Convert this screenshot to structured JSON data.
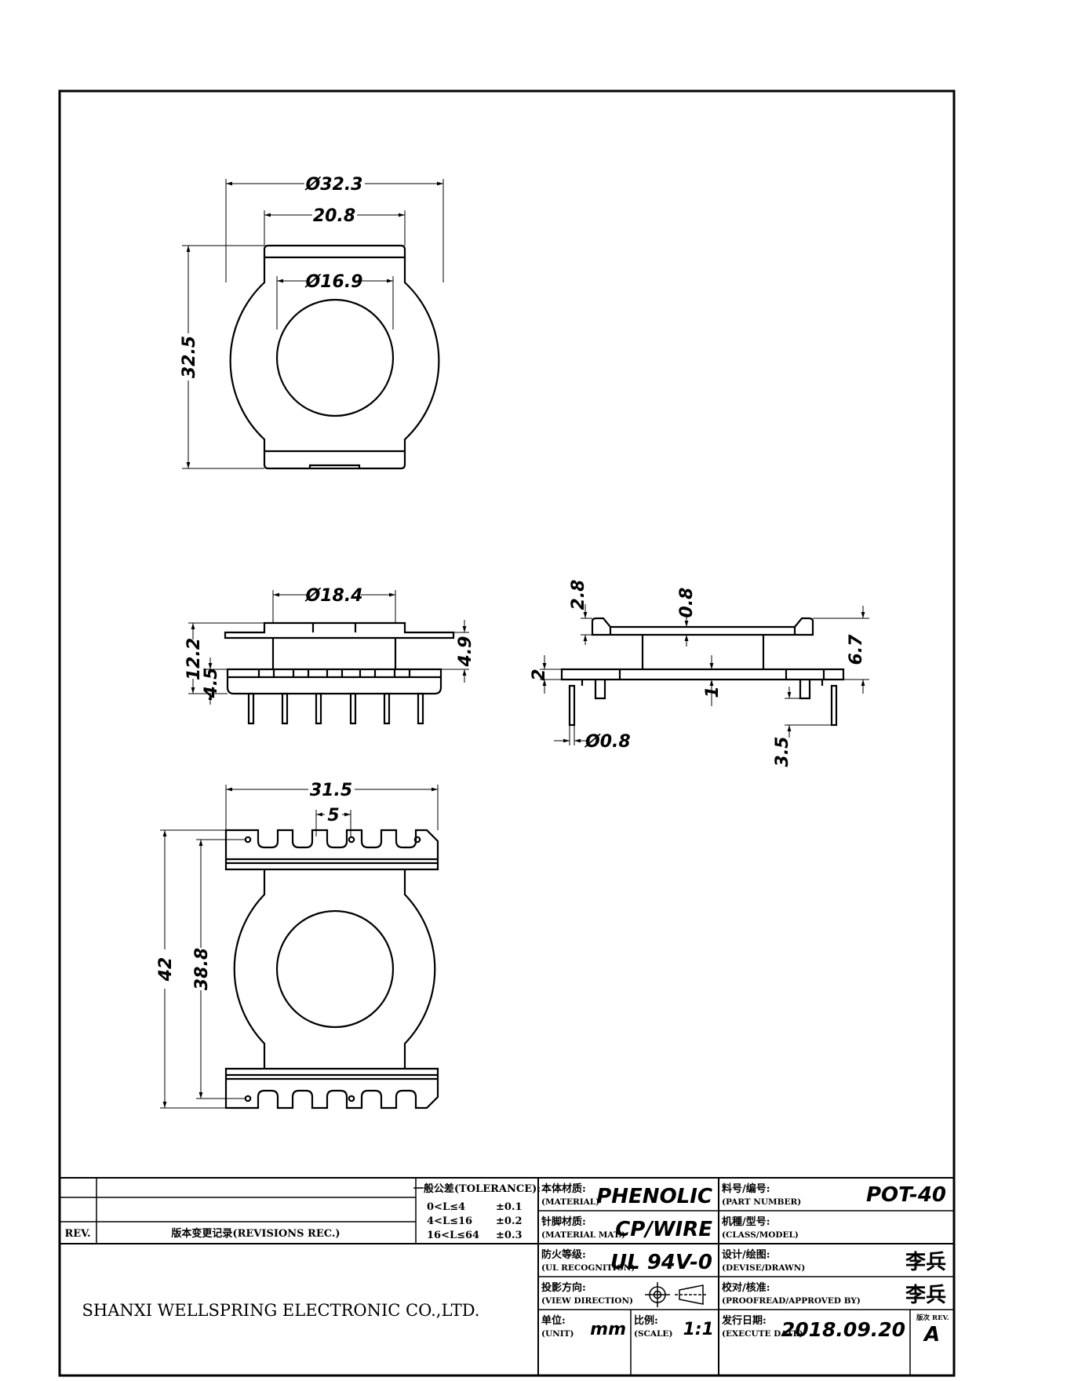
{
  "drawing": {
    "dimensions": {
      "top_outer_dia": "Ø32.3",
      "top_flat_width": "20.8",
      "top_inner_dia": "Ø16.9",
      "top_height": "32.5",
      "front_core_dia": "Ø18.4",
      "front_height": "12.2",
      "front_base_height": "4.5",
      "front_flange_height": "4.9",
      "side_top_flange": "2.8",
      "side_wall": "0.8",
      "side_total_height": "6.7",
      "side_base_flange": "2",
      "side_base_wall": "1",
      "side_pin_dia": "Ø0.8",
      "side_pin_length": "3.5",
      "bottom_width": "31.5",
      "bottom_pin_pitch": "5",
      "bottom_total_length": "42",
      "bottom_pin_span": "38.8"
    }
  },
  "title_block": {
    "rev_label": "REV.",
    "revisions_label": "版本变更记录(REVISIONS REC.)",
    "tolerance_title": "一般公差(TOLERANCE):",
    "tolerance_rows": [
      {
        "range": "0<L≤4",
        "value": "±0.1"
      },
      {
        "range": "4<L≤16",
        "value": "±0.2"
      },
      {
        "range": "16<L≤64",
        "value": "±0.3"
      }
    ],
    "company": "SHANXI WELLSPRING ELECTRONIC CO.,LTD.",
    "material_cn": "本体材质:",
    "material_en": "(MATERIAL)",
    "material_value": "PHENOLIC",
    "wire_cn": "针脚材质:",
    "wire_en": "(MATERIAL MAT.)",
    "wire_value": "CP/WIRE",
    "ul_cn": "防火等级:",
    "ul_en": "(UL RECOGNITION)",
    "ul_value": "UL 94V-0",
    "view_cn": "投影方向:",
    "view_en": "(VIEW DIRECTION)",
    "unit_cn": "单位:",
    "unit_en": "(UNIT)",
    "unit_value": "mm",
    "scale_cn": "比例:",
    "scale_en": "(SCALE)",
    "scale_value": "1:1",
    "part_cn": "料号/编号:",
    "part_en": "(PART NUMBER)",
    "part_value": "POT-40",
    "class_cn": "机種/型号:",
    "class_en": "(CLASS/MODEL)",
    "drawn_cn": "设计/绘图:",
    "drawn_en": "(DEVISE/DRAWN)",
    "drawn_value": "李兵",
    "approved_cn": "校对/核准:",
    "approved_en": "(PROOFREAD/APPROVED BY)",
    "approved_value": "李兵",
    "date_cn": "发行日期:",
    "date_en": "(EXECUTE DATE)",
    "date_value": "2018.09.20",
    "rev_cn": "版次",
    "rev_en": "REV.",
    "rev_value": "A"
  }
}
